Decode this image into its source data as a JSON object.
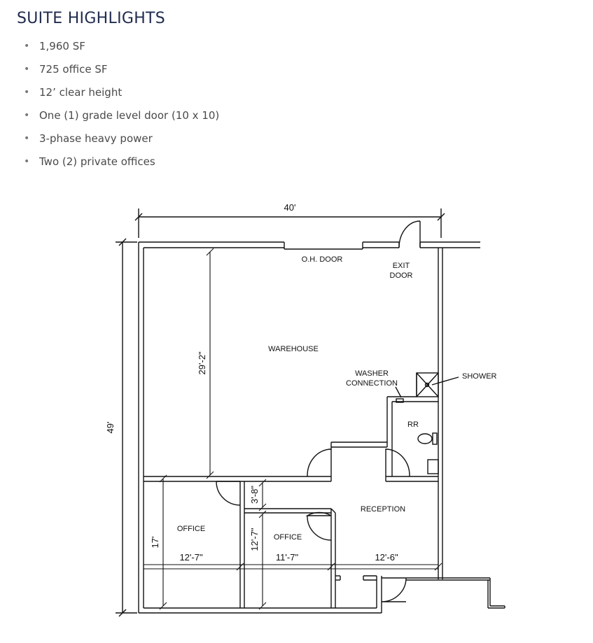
{
  "header": {
    "title": "SUITE HIGHLIGHTS"
  },
  "highlights": [
    "1,960 SF",
    "725 office SF",
    "12’ clear height",
    "One (1) grade level door (10 x 10)",
    "3-phase heavy power",
    "Two (2) private offices"
  ],
  "floor_plan": {
    "rooms": {
      "warehouse": "WAREHOUSE",
      "oh_door": "O.H. DOOR",
      "exit_door_line1": "EXIT",
      "exit_door_line2": "DOOR",
      "washer_line1": "WASHER",
      "washer_line2": "CONNECTION",
      "shower": "SHOWER",
      "restroom": "RR",
      "reception": "RECEPTION",
      "office_left": "OFFICE",
      "office_right": "OFFICE"
    },
    "dimensions": {
      "overall_width": "40'",
      "overall_depth": "49'",
      "warehouse_depth": "29'-2\"",
      "office_depth": "17'",
      "corridor_depth": "3'-8\"",
      "office_right_depth": "12'-7\"",
      "office_left_width": "12'-7\"",
      "office_right_width": "11'-7\"",
      "reception_width": "12'-6\""
    },
    "line_color": "#111111"
  }
}
